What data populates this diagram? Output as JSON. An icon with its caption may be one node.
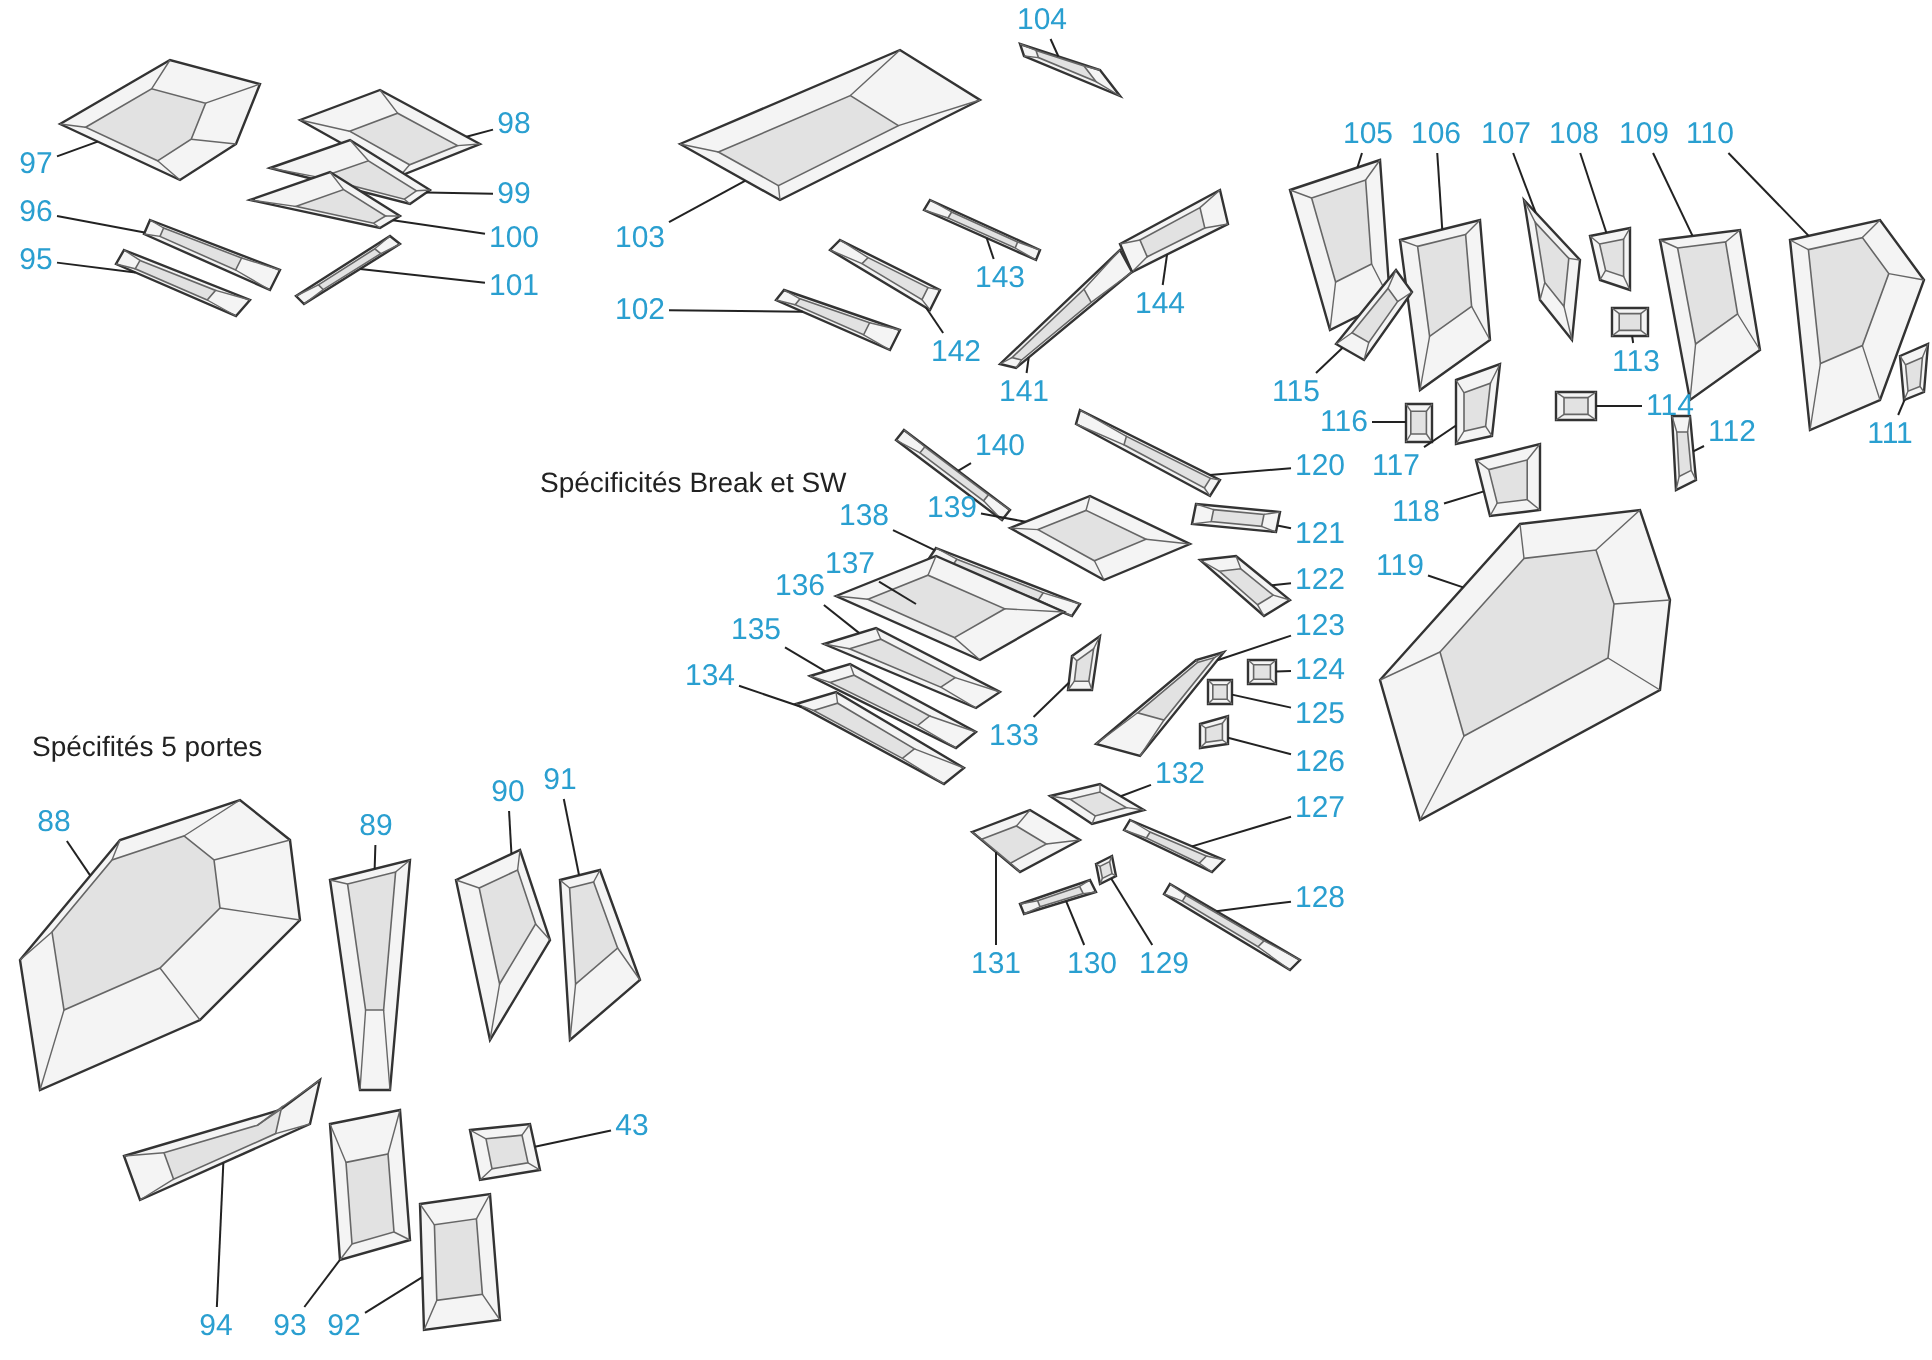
{
  "diagram": {
    "nodes": [
      {
        "text": [
          "104"
        ]
      },
      {
        "text": [
          "97"
        ]
      },
      {
        "text": [
          "98"
        ]
      },
      {
        "text": [
          "96"
        ]
      },
      {
        "text": [
          "99"
        ]
      },
      {
        "text": [
          "100"
        ]
      },
      {
        "text": [
          "95"
        ]
      },
      {
        "text": [
          "101"
        ]
      },
      {
        "text": [
          "105"
        ]
      },
      {
        "text": [
          "106"
        ]
      },
      {
        "text": [
          "107"
        ]
      },
      {
        "text": [
          "108"
        ]
      },
      {
        "text": [
          "109"
        ]
      },
      {
        "text": [
          "110"
        ]
      },
      {
        "text": [
          "103"
        ]
      },
      {
        "text": [
          "143"
        ]
      },
      {
        "text": [
          "144"
        ]
      },
      {
        "text": [
          "102"
        ]
      },
      {
        "text": [
          "142"
        ]
      },
      {
        "text": [
          "141"
        ]
      },
      {
        "text": [
          "115"
        ]
      },
      {
        "text": [
          "113"
        ]
      },
      {
        "text": [
          "114"
        ]
      },
      {
        "text": [
          "116"
        ]
      },
      {
        "text": [
          "111"
        ]
      },
      {
        "text": [
          "112"
        ]
      },
      {
        "text": [
          "117"
        ]
      },
      {
        "text": [
          "118"
        ]
      },
      {
        "text": [
          "140"
        ]
      },
      {
        "text": [
          "120"
        ]
      },
      {
        "text": [
          "139"
        ]
      },
      {
        "text": [
          "121"
        ]
      },
      {
        "text": [
          "138"
        ]
      },
      {
        "text": [
          "122"
        ]
      },
      {
        "text": [
          "137"
        ]
      },
      {
        "text": [
          "119"
        ]
      },
      {
        "text": [
          "136"
        ]
      },
      {
        "text": [
          "123"
        ]
      },
      {
        "text": [
          "135"
        ]
      },
      {
        "text": [
          "124"
        ]
      },
      {
        "text": [
          "134"
        ]
      },
      {
        "text": [
          "125"
        ]
      },
      {
        "text": [
          "133"
        ]
      },
      {
        "text": [
          "126"
        ]
      },
      {
        "text": [
          "132"
        ]
      },
      {
        "text": [
          "127"
        ]
      },
      {
        "text": [
          "128"
        ]
      },
      {
        "text": [
          "131"
        ]
      },
      {
        "text": [
          "130"
        ]
      },
      {
        "text": [
          "129"
        ]
      },
      {
        "text": [
          "90"
        ]
      },
      {
        "text": [
          "91"
        ]
      },
      {
        "text": [
          "88"
        ]
      },
      {
        "text": [
          "89"
        ]
      },
      {
        "text": [
          "43"
        ]
      },
      {
        "text": [
          "94"
        ]
      },
      {
        "text": [
          "93"
        ]
      },
      {
        "text": [
          "92"
        ]
      },
      {
        "text": [],
        "shape": "picture"
      },
      {
        "text": [],
        "shape": "picture"
      },
      {
        "text": [],
        "shape": "picture"
      },
      {
        "text": [],
        "shape": "picture"
      },
      {
        "text": [],
        "shape": "picture"
      },
      {
        "text": [],
        "shape": "picture"
      },
      {
        "text": [],
        "shape": "picture"
      },
      {
        "text": [],
        "shape": "picture"
      },
      {
        "text": [],
        "shape": "picture"
      },
      {
        "text": [],
        "shape": "picture"
      },
      {
        "text": [],
        "shape": "picture"
      },
      {
        "text": [],
        "shape": "picture"
      },
      {
        "text": [],
        "shape": "picture"
      },
      {
        "text": [],
        "shape": "picture"
      },
      {
        "text": [],
        "shape": "picture"
      },
      {
        "text": [],
        "shape": "picture"
      },
      {
        "text": [],
        "shape": "picture"
      },
      {
        "text": [],
        "shape": "picture"
      },
      {
        "text": [],
        "shape": "picture"
      },
      {
        "text": [],
        "shape": "picture"
      },
      {
        "text": [],
        "shape": "picture"
      },
      {
        "text": [],
        "shape": "picture"
      },
      {
        "text": [],
        "shape": "picture"
      },
      {
        "text": [],
        "shape": "picture"
      },
      {
        "text": [],
        "shape": "picture"
      },
      {
        "text": [],
        "shape": "picture"
      },
      {
        "text": [],
        "shape": "picture"
      },
      {
        "text": [],
        "shape": "picture"
      },
      {
        "text": [],
        "shape": "picture"
      },
      {
        "text": [],
        "shape": "picture"
      },
      {
        "text": [],
        "shape": "picture"
      },
      {
        "text": [],
        "shape": "picture"
      },
      {
        "text": [],
        "shape": "picture"
      },
      {
        "text": [],
        "shape": "picture"
      },
      {
        "text": [],
        "shape": "picture"
      },
      {
        "text": [],
        "shape": "picture"
      },
      {
        "text": [],
        "shape": "picture"
      },
      {
        "text": [],
        "shape": "picture"
      },
      {
        "text": [],
        "shape": "picture"
      },
      {
        "text": [],
        "shape": "picture"
      },
      {
        "text": [],
        "shape": "picture"
      },
      {
        "text": [],
        "shape": "picture"
      },
      {
        "text": [],
        "shape": "picture"
      },
      {
        "text": [],
        "shape": "picture"
      },
      {
        "text": [],
        "shape": "picture"
      },
      {
        "text": [],
        "shape": "picture"
      },
      {
        "text": [],
        "shape": "picture"
      },
      {
        "text": [],
        "shape": "picture"
      },
      {
        "text": [],
        "shape": "picture"
      },
      {
        "text": [],
        "shape": "picture"
      },
      {
        "text": [],
        "shape": "picture"
      },
      {
        "text": [],
        "shape": "picture"
      },
      {
        "text": [],
        "shape": "picture"
      },
      {
        "text": [],
        "shape": "picture"
      },
      {
        "text": [],
        "shape": "picture"
      },
      {
        "text": [],
        "shape": "picture"
      },
      {
        "text": [],
        "shape": "picture"
      },
      {
        "text": [],
        "shape": "picture"
      }
    ],
    "edges": [
      {
        "from": 0,
        "to": 58,
        "arrow": "none"
      },
      {
        "from": 1,
        "to": 59,
        "arrow": "none"
      },
      {
        "from": 2,
        "to": 60,
        "arrow": "none"
      },
      {
        "from": 3,
        "to": 61,
        "arrow": "none"
      },
      {
        "from": 4,
        "to": 62,
        "arrow": "none"
      },
      {
        "from": 5,
        "to": 63,
        "arrow": "none"
      },
      {
        "from": 6,
        "to": 64,
        "arrow": "none"
      },
      {
        "from": 7,
        "to": 65,
        "arrow": "none"
      },
      {
        "from": 8,
        "to": 66,
        "arrow": "none"
      },
      {
        "from": 9,
        "to": 67,
        "arrow": "none"
      },
      {
        "from": 10,
        "to": 68,
        "arrow": "none"
      },
      {
        "from": 11,
        "to": 69,
        "arrow": "none"
      },
      {
        "from": 12,
        "to": 70,
        "arrow": "none"
      },
      {
        "from": 13,
        "to": 71,
        "arrow": "none"
      },
      {
        "from": 14,
        "to": 72,
        "arrow": "none"
      },
      {
        "from": 15,
        "to": 73,
        "arrow": "none"
      },
      {
        "from": 16,
        "to": 74,
        "arrow": "none"
      },
      {
        "from": 17,
        "to": 75,
        "arrow": "none"
      },
      {
        "from": 18,
        "to": 76,
        "arrow": "none"
      },
      {
        "from": 19,
        "to": 77,
        "arrow": "none"
      },
      {
        "from": 20,
        "to": 78,
        "arrow": "none"
      },
      {
        "from": 21,
        "to": 79,
        "arrow": "none"
      },
      {
        "from": 22,
        "to": 80,
        "arrow": "none"
      },
      {
        "from": 23,
        "to": 81,
        "arrow": "none"
      },
      {
        "from": 24,
        "to": 82,
        "arrow": "none"
      },
      {
        "from": 25,
        "to": 83,
        "arrow": "none"
      },
      {
        "from": 26,
        "to": 84,
        "arrow": "none"
      },
      {
        "from": 27,
        "to": 85,
        "arrow": "none"
      },
      {
        "from": 28,
        "to": 86,
        "arrow": "none"
      },
      {
        "from": 29,
        "to": 87,
        "arrow": "none"
      },
      {
        "from": 30,
        "to": 88,
        "arrow": "none"
      },
      {
        "from": 31,
        "to": 89,
        "arrow": "none"
      },
      {
        "from": 32,
        "to": 90,
        "arrow": "none"
      },
      {
        "from": 33,
        "to": 91,
        "arrow": "none"
      },
      {
        "from": 34,
        "to": 92,
        "arrow": "none"
      },
      {
        "from": 35,
        "to": 93,
        "arrow": "none"
      },
      {
        "from": 36,
        "to": 94,
        "arrow": "none"
      },
      {
        "from": 37,
        "to": 95,
        "arrow": "none"
      },
      {
        "from": 38,
        "to": 96,
        "arrow": "none"
      },
      {
        "from": 39,
        "to": 97,
        "arrow": "none"
      },
      {
        "from": 40,
        "to": 98,
        "arrow": "none"
      },
      {
        "from": 41,
        "to": 99,
        "arrow": "none"
      },
      {
        "from": 42,
        "to": 100,
        "arrow": "none"
      },
      {
        "from": 43,
        "to": 101,
        "arrow": "none"
      },
      {
        "from": 44,
        "to": 102,
        "arrow": "none"
      },
      {
        "from": 45,
        "to": 103,
        "arrow": "none"
      },
      {
        "from": 46,
        "to": 104,
        "arrow": "none"
      },
      {
        "from": 47,
        "to": 105,
        "arrow": "none"
      },
      {
        "from": 48,
        "to": 106,
        "arrow": "none"
      },
      {
        "from": 49,
        "to": 107,
        "arrow": "none"
      },
      {
        "from": 50,
        "to": 108,
        "arrow": "none"
      },
      {
        "from": 51,
        "to": 109,
        "arrow": "none"
      },
      {
        "from": 52,
        "to": 110,
        "arrow": "none"
      },
      {
        "from": 53,
        "to": 111,
        "arrow": "none"
      },
      {
        "from": 54,
        "to": 112,
        "arrow": "none"
      },
      {
        "from": 55,
        "to": 113,
        "arrow": "none"
      },
      {
        "from": 56,
        "to": 114,
        "arrow": "none"
      },
      {
        "from": 57,
        "to": 115,
        "arrow": "none"
      }
    ],
    "labels": [
      "Spécificités Break et SW",
      "Spécifités 5 portes"
    ]
  }
}
